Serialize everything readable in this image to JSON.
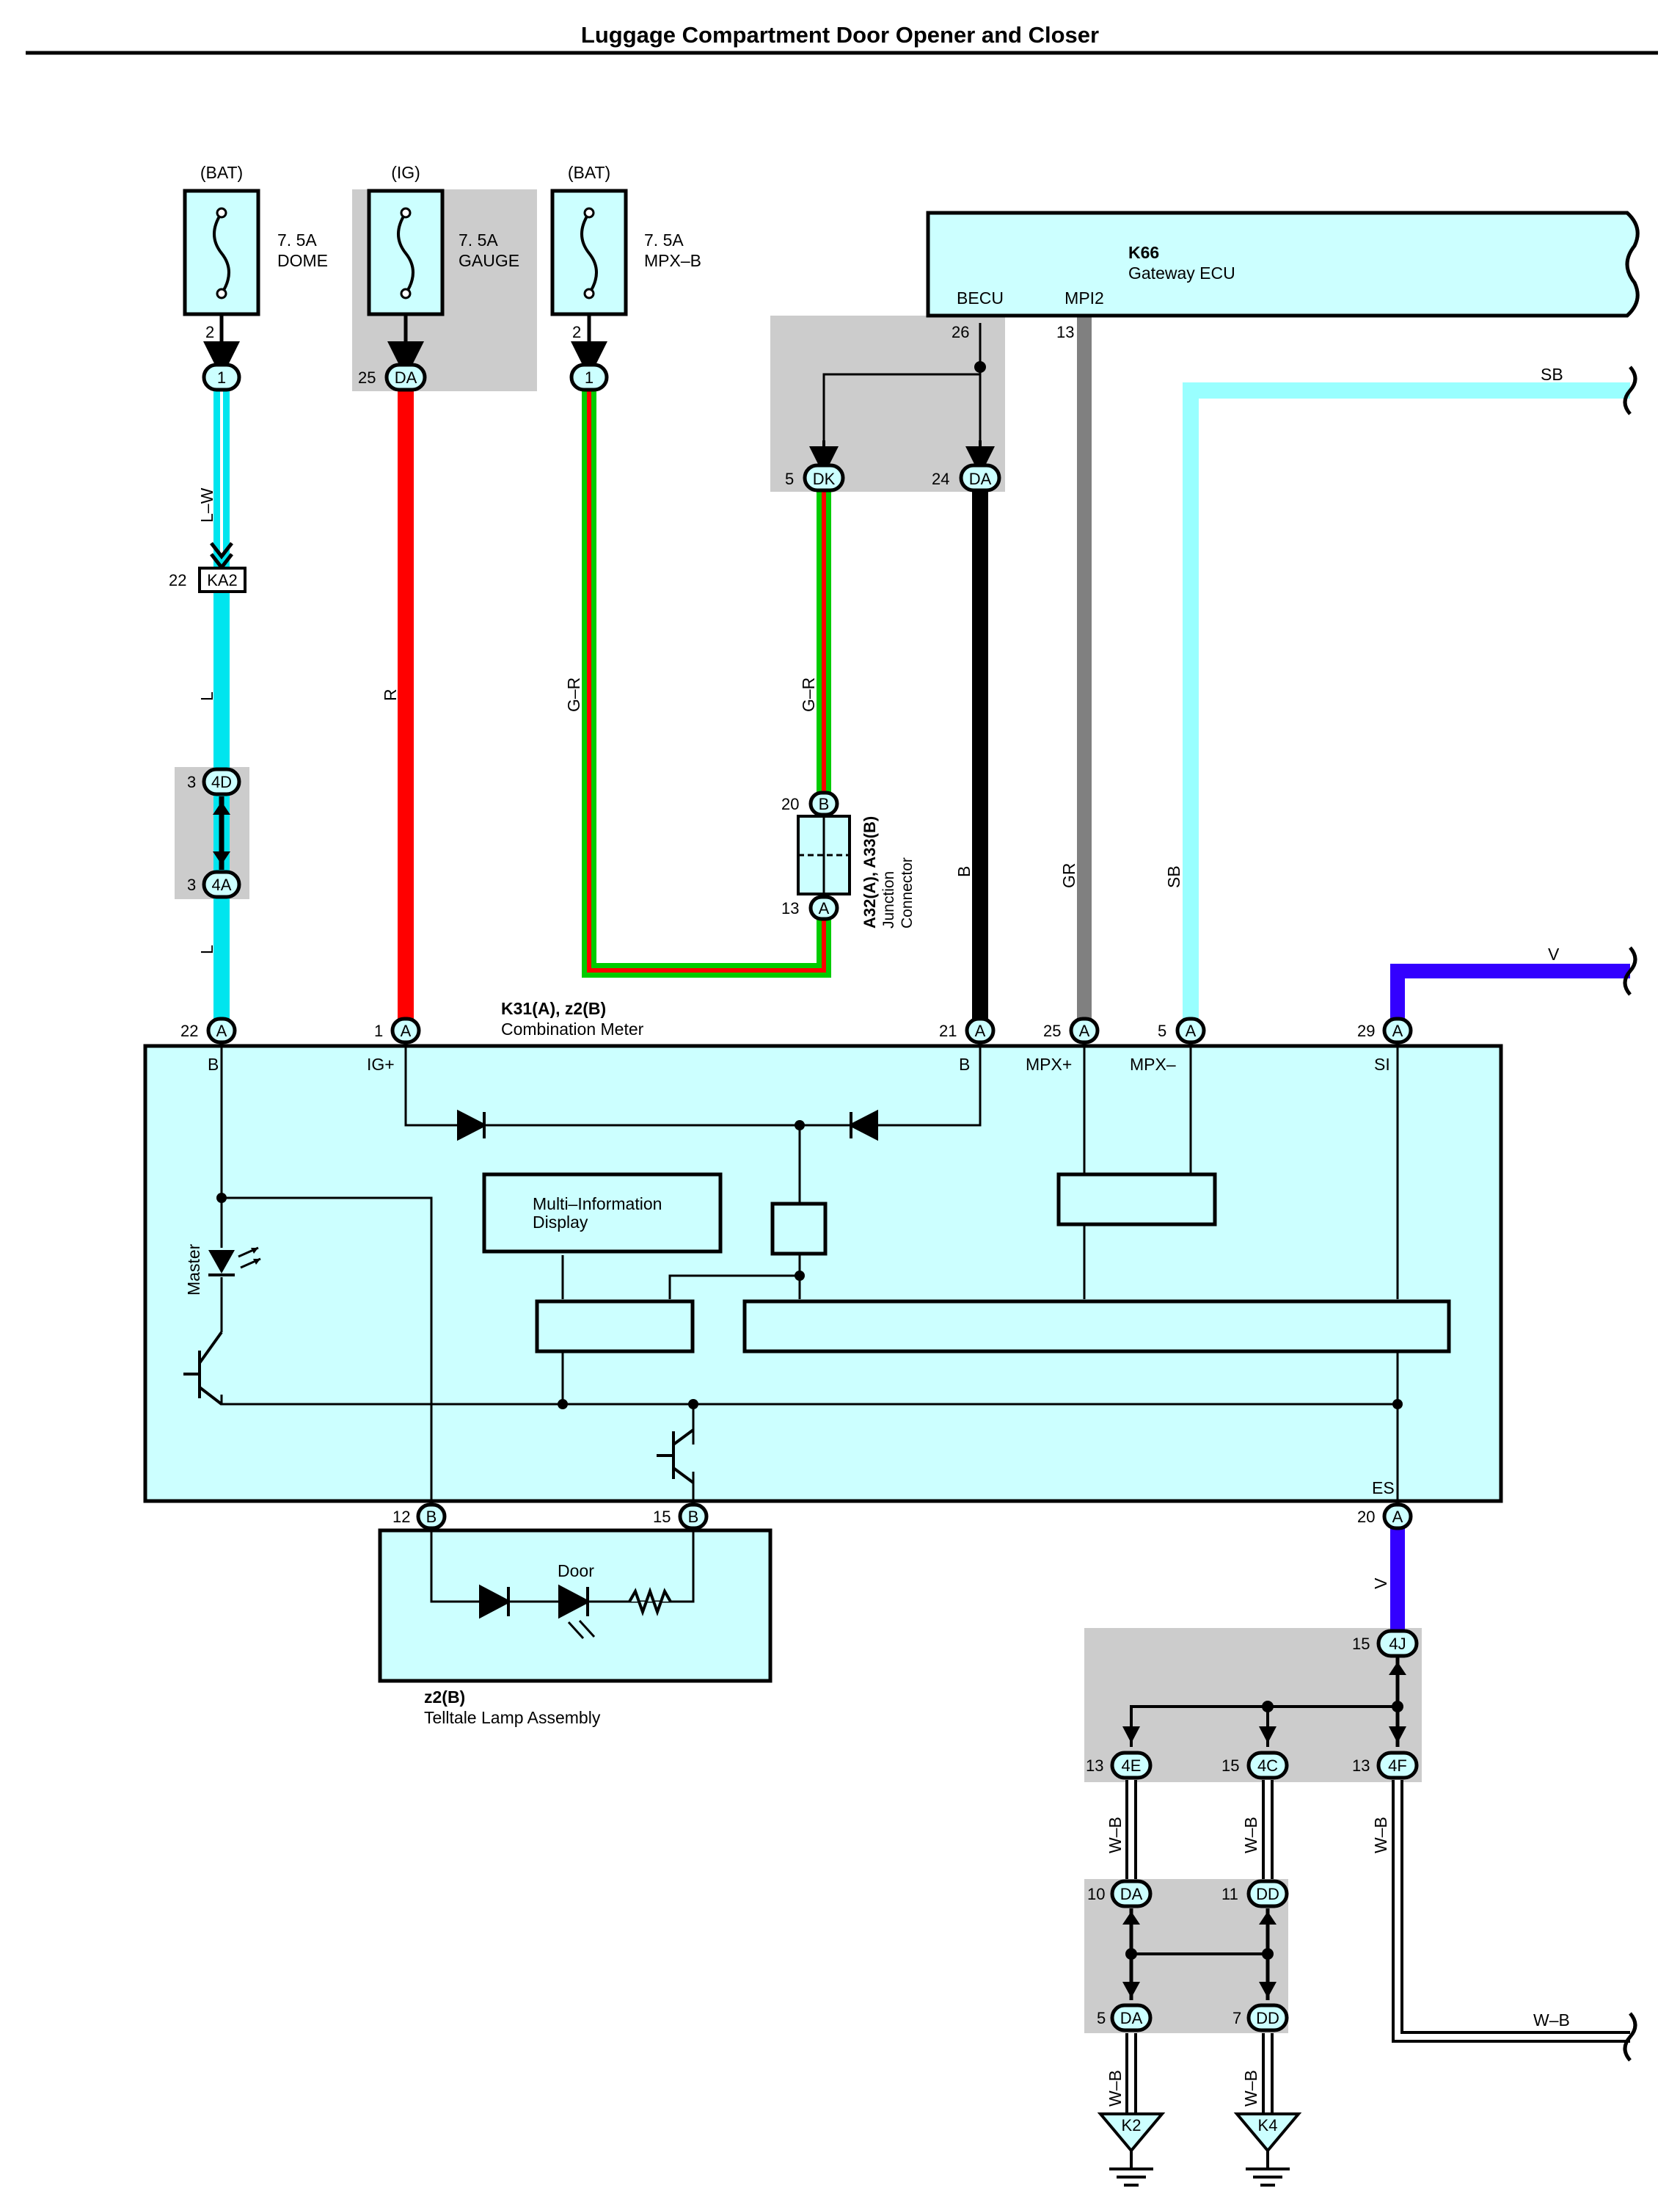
{
  "title": "Luggage Compartment Door Opener and Closer",
  "fuses": [
    {
      "source": "(BAT)",
      "amps": "7. 5A",
      "name": "DOME",
      "pin": "2",
      "connector": "1"
    },
    {
      "source": "(IG)",
      "amps": "7. 5A",
      "name": "GAUGE",
      "pin": "25",
      "connector": "DA"
    },
    {
      "source": "(BAT)",
      "amps": "7. 5A",
      "name": "MPX–B",
      "pin": "2",
      "connector": "1"
    }
  ],
  "gateway_ecu": {
    "id": "K66",
    "name": "Gateway ECU",
    "terminals": [
      "BECU",
      "MPI2"
    ],
    "pins": [
      "26",
      "13"
    ]
  },
  "junction_block_top": {
    "pins": [
      "5",
      "24"
    ],
    "connectors": [
      "DK",
      "DA"
    ]
  },
  "junction_connector": {
    "id": "A32(A), A33(B)",
    "name1": "Junction",
    "name2": "Connector",
    "pin_top": "20",
    "conn_top": "B",
    "pin_bot": "13",
    "conn_bot": "A"
  },
  "connectors_left": {
    "ka2_pin": "22",
    "ka2": "KA2",
    "j4d_pin": "3",
    "j4d": "4D",
    "j4a_pin": "3",
    "j4a": "4A"
  },
  "wire_labels": {
    "lw": "L–W",
    "l": "L",
    "r": "R",
    "gr": "G–R",
    "b": "B",
    "gray": "GR",
    "sb": "SB",
    "v": "V",
    "wb": "W–B"
  },
  "meter": {
    "id": "K31(A), z2(B)",
    "name": "Combination Meter",
    "pins": [
      {
        "num": "22",
        "conn": "A",
        "term": "B"
      },
      {
        "num": "1",
        "conn": "A",
        "term": "IG+"
      },
      {
        "num": "21",
        "conn": "A",
        "term": "B"
      },
      {
        "num": "25",
        "conn": "A",
        "term": "MPX+"
      },
      {
        "num": "5",
        "conn": "A",
        "term": "MPX–"
      },
      {
        "num": "29",
        "conn": "A",
        "term": "SI"
      }
    ],
    "bottom_pins": [
      {
        "num": "12",
        "conn": "B"
      },
      {
        "num": "15",
        "conn": "B"
      },
      {
        "num": "20",
        "conn": "A",
        "term": "ES"
      }
    ],
    "mid_line1": "Multi–Information",
    "mid_line2": "Display",
    "master": "Master"
  },
  "telltale": {
    "id": "z2(B)",
    "name": "Telltale Lamp Assembly",
    "door": "Door"
  },
  "ground_block1": {
    "pins": [
      {
        "num": "15",
        "conn": "4J"
      },
      {
        "num": "13",
        "conn": "4E"
      },
      {
        "num": "15",
        "conn": "4C"
      },
      {
        "num": "13",
        "conn": "4F"
      }
    ]
  },
  "ground_block2": {
    "pins": [
      {
        "num": "10",
        "conn": "DA"
      },
      {
        "num": "11",
        "conn": "DD"
      },
      {
        "num": "5",
        "conn": "DA"
      },
      {
        "num": "7",
        "conn": "DD"
      }
    ]
  },
  "grounds": [
    "K2",
    "K4"
  ],
  "colors": {
    "light_blue": "#00e5ee",
    "red": "#ff0000",
    "green": "#00cc00",
    "black": "#000000",
    "gray": "#808080",
    "sky": "#99ffff",
    "violet": "#3300ff",
    "box_fill": "#ccffff",
    "shade": "#cccccc"
  }
}
